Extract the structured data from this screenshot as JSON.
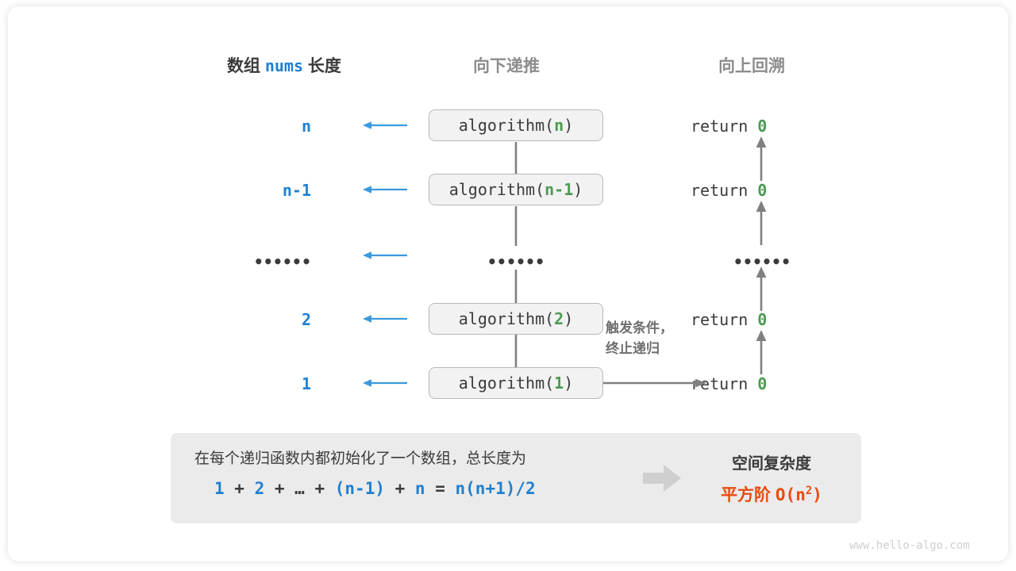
{
  "headers": {
    "left_prefix": "数组",
    "left_mono": "nums",
    "left_suffix": "长度",
    "middle": "向下递推",
    "right": "向上回溯"
  },
  "colors": {
    "blue": "#2080d0",
    "green": "#4c9a52",
    "orange": "#ea4b0e",
    "gray_text": "#3b3b3b",
    "gray_muted": "#8d8d8d",
    "panel_bg": "#ebebeb",
    "box_bg": "#f2f2f2",
    "box_border": "#b9b9b9",
    "arrow_blue": "#3a9ade",
    "arrow_gray": "#808080"
  },
  "rows": [
    {
      "length": "n",
      "call_prefix": "algorithm(",
      "call_arg": "n",
      "call_suffix": ")",
      "return_text": "return",
      "return_value": "0"
    },
    {
      "length": "n-1",
      "call_prefix": "algorithm(",
      "call_arg": "n-1",
      "call_suffix": ")",
      "return_text": "return",
      "return_value": "0"
    },
    {
      "length": "••••••",
      "call_prefix": "",
      "call_arg": "••••••",
      "call_suffix": "",
      "return_text": "",
      "return_value": "••••••"
    },
    {
      "length": "2",
      "call_prefix": "algorithm(",
      "call_arg": "2",
      "call_suffix": ")",
      "return_text": "return",
      "return_value": "0"
    },
    {
      "length": "1",
      "call_prefix": "algorithm(",
      "call_arg": "1",
      "call_suffix": ")",
      "return_text": "return",
      "return_value": "0"
    }
  ],
  "trigger_note": {
    "line1": "触发条件，",
    "line2": "终止递归"
  },
  "summary": {
    "text": "在每个递归函数内都初始化了一个数组，总长度为",
    "formula_parts": {
      "a": "1",
      "op1": " + ",
      "b": "2",
      "op2": " + … + ",
      "c": "(n-1)",
      "op3": " + ",
      "d": "n",
      "op4": " = ",
      "e": "n(n+1)/2"
    },
    "title": "空间复杂度",
    "value_label": "平方阶",
    "value_notation": "O(n",
    "value_exponent": "2",
    "value_close": ")"
  },
  "watermark": "www.hello-algo.com"
}
